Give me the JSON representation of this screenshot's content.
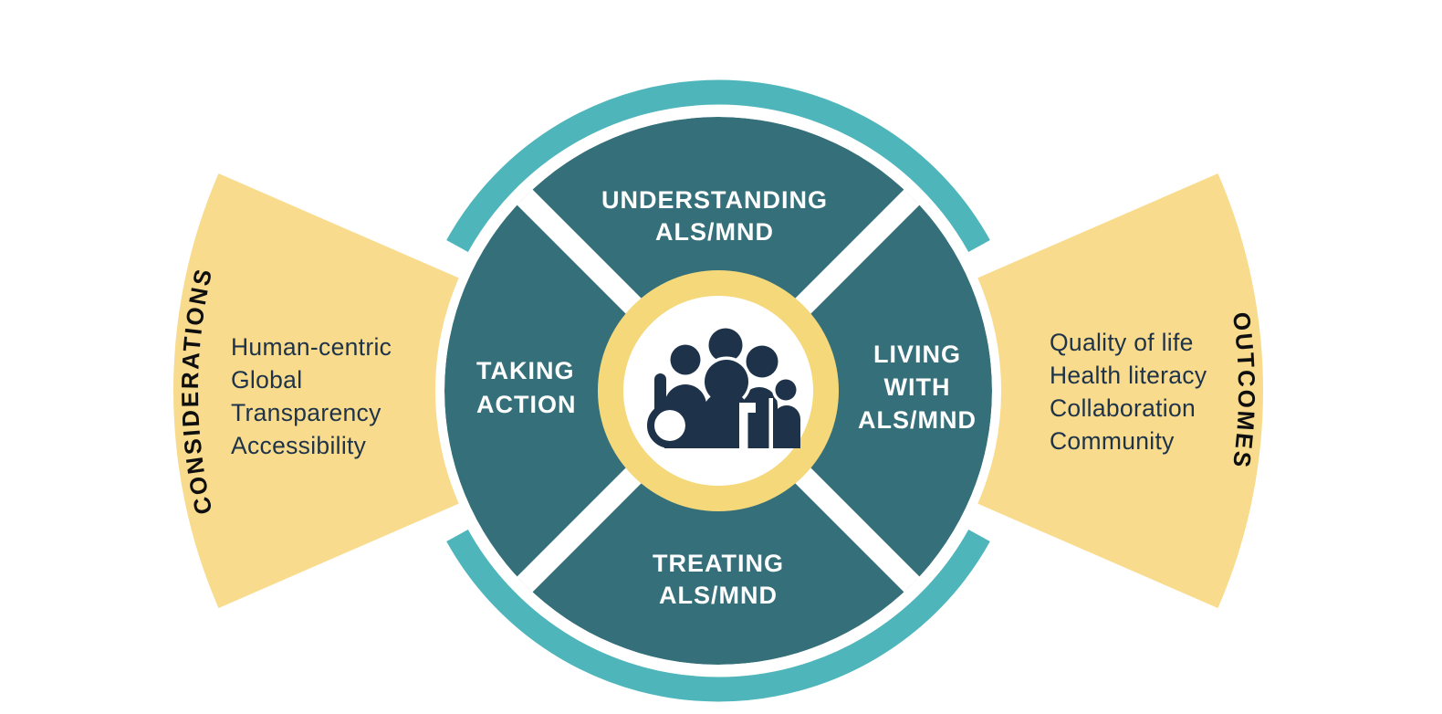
{
  "diagram": {
    "description": "ALS/MND wheel diagram with considerations and outcomes side panels",
    "palette": {
      "dark_teal": "#35707A",
      "light_teal": "#4EB6BB",
      "ring_yellow": "#F5D87A",
      "panel_yellow": "#F8DB8C",
      "navy": "#1E3349",
      "label_black": "#0F0F0F",
      "background": "#FFFFFF"
    },
    "wheel": {
      "quadrants": {
        "top": {
          "lines": [
            "UNDERSTANDING",
            "ALS/MND"
          ]
        },
        "right": {
          "lines": [
            "LIVING",
            "WITH",
            "ALS/MND"
          ]
        },
        "bottom": {
          "lines": [
            "TREATING",
            "ALS/MND"
          ]
        },
        "left": {
          "lines": [
            "TAKING",
            "ACTION"
          ]
        }
      },
      "center_icon": "people-group-wheelchair-icon"
    },
    "panels": {
      "left": {
        "label": "CONSIDERATIONS",
        "items": [
          "Human-centric",
          "Global",
          "Transparency",
          "Accessibility"
        ]
      },
      "right": {
        "label": "OUTCOMES",
        "items": [
          "Quality of life",
          "Health literacy",
          "Collaboration",
          "Community"
        ]
      }
    }
  }
}
